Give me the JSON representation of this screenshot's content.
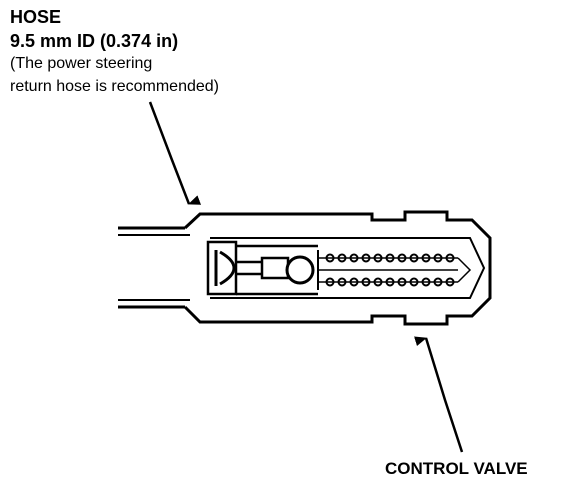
{
  "labels": {
    "hose_title": "HOSE",
    "hose_spec": "9.5 mm ID (0.374 in)",
    "hose_note_line1": "(The power steering",
    "hose_note_line2": "return hose is recommended)",
    "control_valve": "CONTROL VALVE"
  },
  "colors": {
    "ink": "#000000",
    "background": "#ffffff"
  }
}
